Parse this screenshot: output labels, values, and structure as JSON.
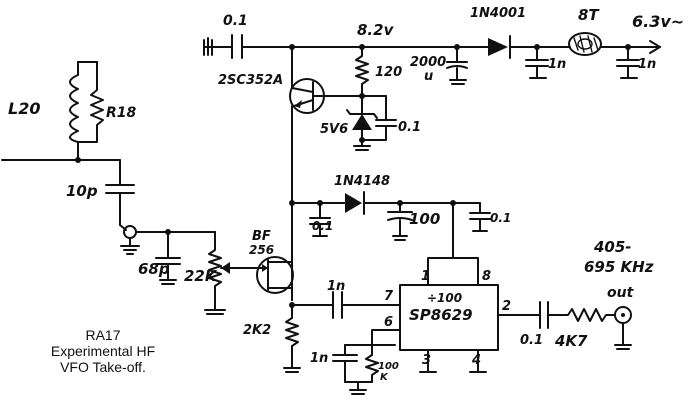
{
  "caption": {
    "line1": "RA17",
    "line2": "Experimental HF",
    "line3": "VFO Take-off."
  },
  "labels": {
    "cap_top": "0.1",
    "rail_voltage": "8.2v",
    "diode_rect": "1N4001",
    "choke": "8T",
    "supply": "6.3v~",
    "cap_1n_a": "1n",
    "cap_1n_b": "1n",
    "electrolytic_value": "2000",
    "electrolytic_unit": "u",
    "transistor_reg": "2SC352A",
    "resistor_120": "120",
    "zener": "5V6",
    "cap_zener": "0.1",
    "inductor": "L20",
    "resistor_r18": "R18",
    "cap_10p": "10p",
    "cap_68p": "68p",
    "pot_22k": "22K",
    "fet": "BF",
    "fet_num": "256",
    "diode_sig": "1N4148",
    "cap_small": "0.1",
    "cap_100": "100",
    "cap_ic_01": "0.1",
    "cap_in": "1n",
    "resistor_2k2": "2K2",
    "cap_1n_pin6": "1n",
    "resistor_100k": "100",
    "resistor_100k_unit": "K",
    "ic_name": "SP8629",
    "ic_div": "÷100",
    "pin1": "1",
    "pin2": "2",
    "pin3": "3",
    "pin4": "4",
    "pin6": "6",
    "pin7": "7",
    "pin8": "8",
    "freq1": "405-",
    "freq2": "695 KHz",
    "out": "out",
    "cap_out": "0.1",
    "resistor_4k7": "4K7"
  }
}
